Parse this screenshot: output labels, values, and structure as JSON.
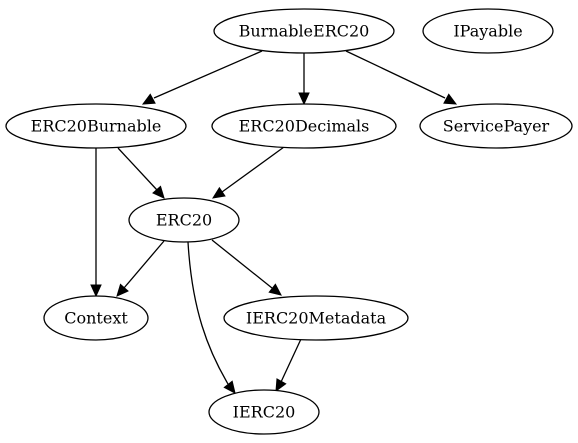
{
  "graph": {
    "nodes": [
      {
        "id": "BurnableERC20",
        "label": "BurnableERC20"
      },
      {
        "id": "IPayable",
        "label": "IPayable"
      },
      {
        "id": "ERC20Burnable",
        "label": "ERC20Burnable"
      },
      {
        "id": "ERC20Decimals",
        "label": "ERC20Decimals"
      },
      {
        "id": "ServicePayer",
        "label": "ServicePayer"
      },
      {
        "id": "ERC20",
        "label": "ERC20"
      },
      {
        "id": "Context",
        "label": "Context"
      },
      {
        "id": "IERC20Metadata",
        "label": "IERC20Metadata"
      },
      {
        "id": "IERC20",
        "label": "IERC20"
      }
    ],
    "edges": [
      {
        "from": "BurnableERC20",
        "to": "ERC20Burnable"
      },
      {
        "from": "BurnableERC20",
        "to": "ERC20Decimals"
      },
      {
        "from": "BurnableERC20",
        "to": "ServicePayer"
      },
      {
        "from": "ERC20Burnable",
        "to": "Context"
      },
      {
        "from": "ERC20Burnable",
        "to": "ERC20"
      },
      {
        "from": "ERC20Decimals",
        "to": "ERC20"
      },
      {
        "from": "ERC20",
        "to": "Context"
      },
      {
        "from": "ERC20",
        "to": "IERC20"
      },
      {
        "from": "ERC20",
        "to": "IERC20Metadata"
      },
      {
        "from": "IERC20Metadata",
        "to": "IERC20"
      }
    ]
  }
}
